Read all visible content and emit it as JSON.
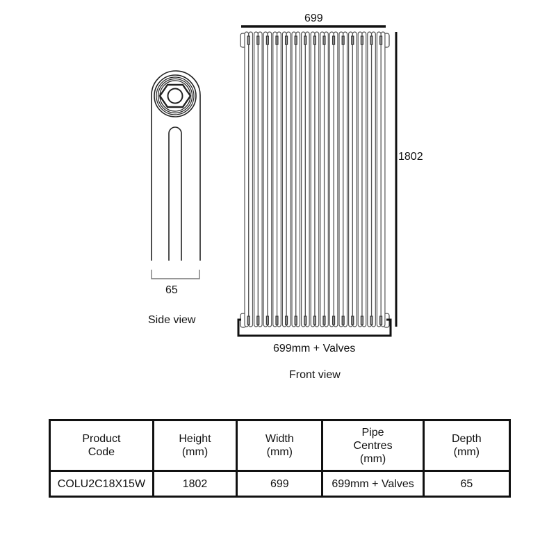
{
  "side_view": {
    "caption": "Side view",
    "depth_label": "65"
  },
  "front_view": {
    "caption": "Front view",
    "width_label": "699",
    "height_label": "1802",
    "pipe_centres_label": "699mm + Valves",
    "columns": 15
  },
  "spec_table": {
    "headers": [
      {
        "line1": "Product",
        "line2": "Code",
        "line3": ""
      },
      {
        "line1": "Height",
        "line2": "(mm)",
        "line3": ""
      },
      {
        "line1": "Width",
        "line2": "(mm)",
        "line3": ""
      },
      {
        "line1": "Pipe",
        "line2": "Centres",
        "line3": "(mm)"
      },
      {
        "line1": "Depth",
        "line2": "(mm)",
        "line3": ""
      }
    ],
    "rows": [
      [
        "COLU2C18X15W",
        "1802",
        "699",
        "699mm + Valves",
        "65"
      ]
    ]
  },
  "colors": {
    "line": "#111111",
    "outline": "#555555",
    "background": "#ffffff"
  }
}
